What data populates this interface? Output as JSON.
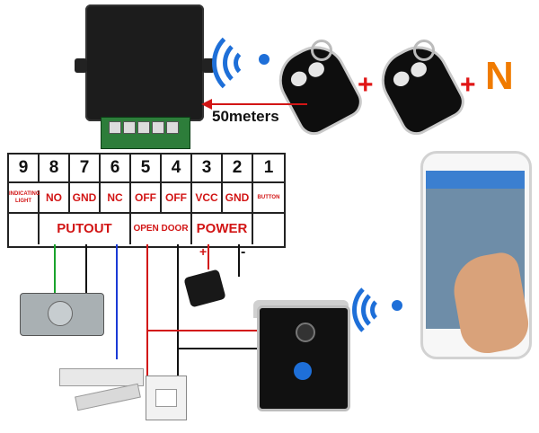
{
  "distance_label": "50meters",
  "plus_signs": [
    "+",
    "+"
  ],
  "n_label": "N",
  "terminals": {
    "numbers": [
      "9",
      "8",
      "7",
      "6",
      "5",
      "4",
      "3",
      "2",
      "1"
    ],
    "labels": [
      "INDICATING LIGHT",
      "NO",
      "GND",
      "NC",
      "OFF",
      "OFF",
      "VCC",
      "GND",
      "BUTTON"
    ],
    "groups": {
      "output": "PUTOUT",
      "open_door": "OPEN DOOR",
      "power": "POWER"
    }
  },
  "polarity": {
    "positive": "+",
    "negative": "-"
  },
  "colors": {
    "wave_blue": "#1e6fd8",
    "label_red": "#d21515",
    "n_orange": "#f07b00",
    "wire_green": "#1aa32c",
    "wire_blue": "#1a3bd6",
    "wire_red": "#d21515",
    "wire_black": "#111111"
  },
  "icons": [
    "wifi-wave-icon",
    "remote-control-icon",
    "arrow-left-icon",
    "electric-lock-icon",
    "magnetic-lock-icon",
    "exit-button-icon",
    "power-adapter-icon",
    "video-doorbell-icon",
    "smartphone-icon",
    "hand-icon"
  ]
}
